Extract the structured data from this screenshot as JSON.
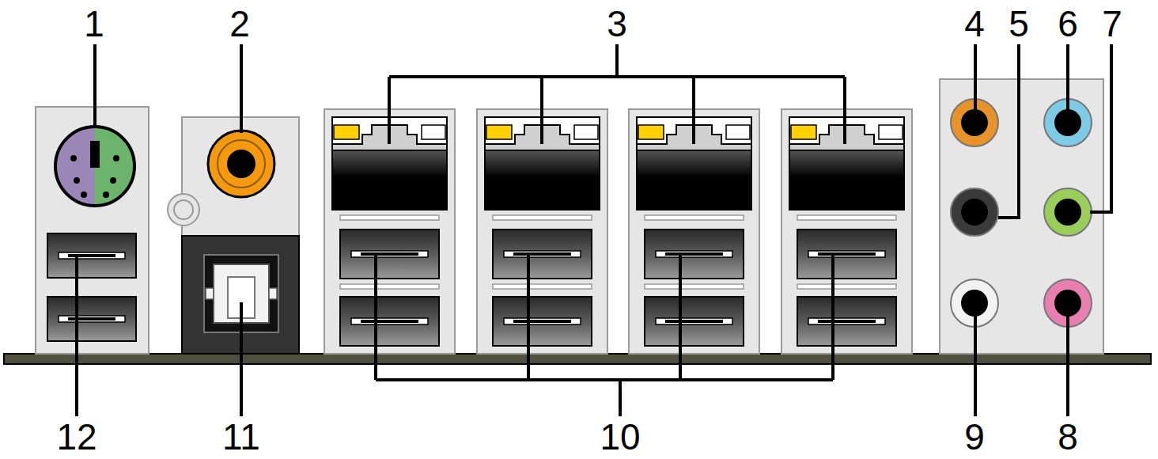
{
  "diagram": {
    "labels": [
      "1",
      "2",
      "3",
      "4",
      "5",
      "6",
      "7",
      "12",
      "11",
      "10",
      "9",
      "8"
    ]
  }
}
